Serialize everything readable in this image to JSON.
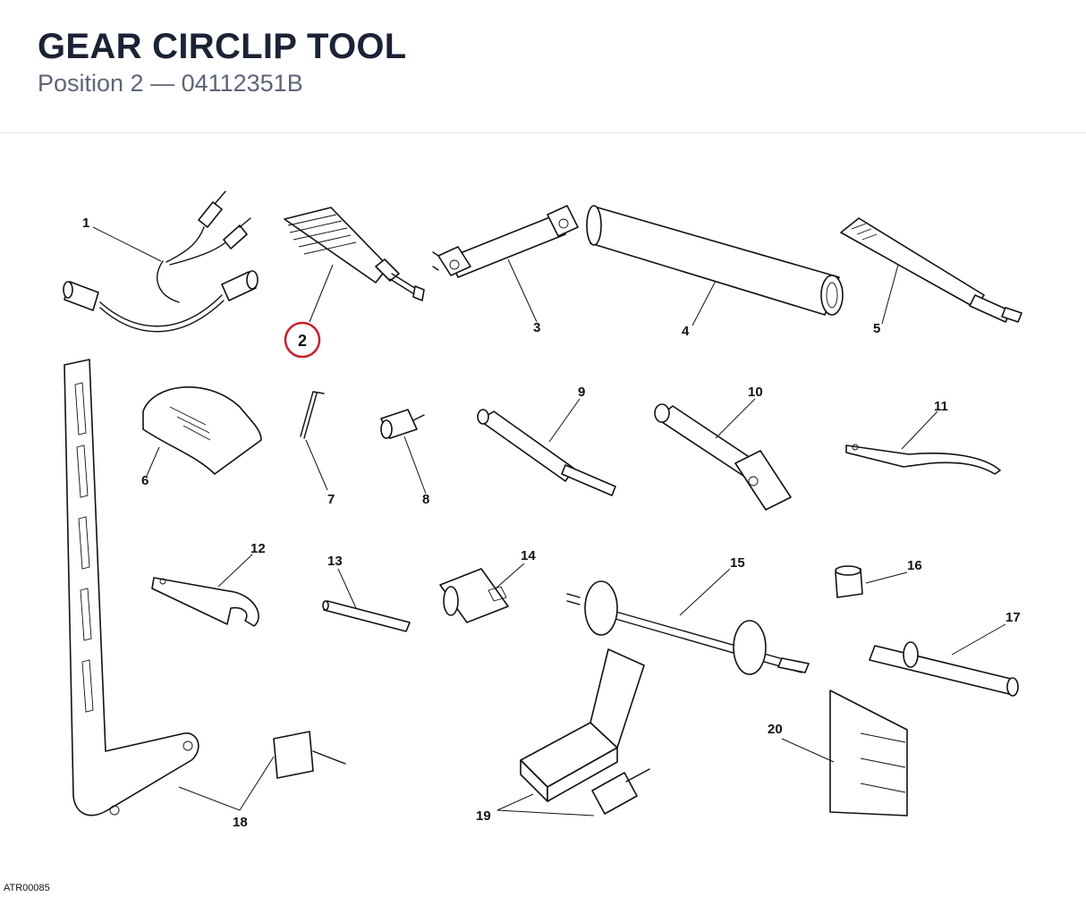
{
  "header": {
    "title": "GEAR CIRCLIP TOOL",
    "subtitle": "Position 2 — 04112351B"
  },
  "diagram": {
    "highlight_color": "#c8202d",
    "selected": "2",
    "callouts": [
      "1",
      "2",
      "3",
      "4",
      "5",
      "6",
      "7",
      "8",
      "9",
      "10",
      "11",
      "12",
      "13",
      "14",
      "15",
      "16",
      "17",
      "18",
      "19",
      "20"
    ],
    "footer_code": "ATR00085"
  }
}
